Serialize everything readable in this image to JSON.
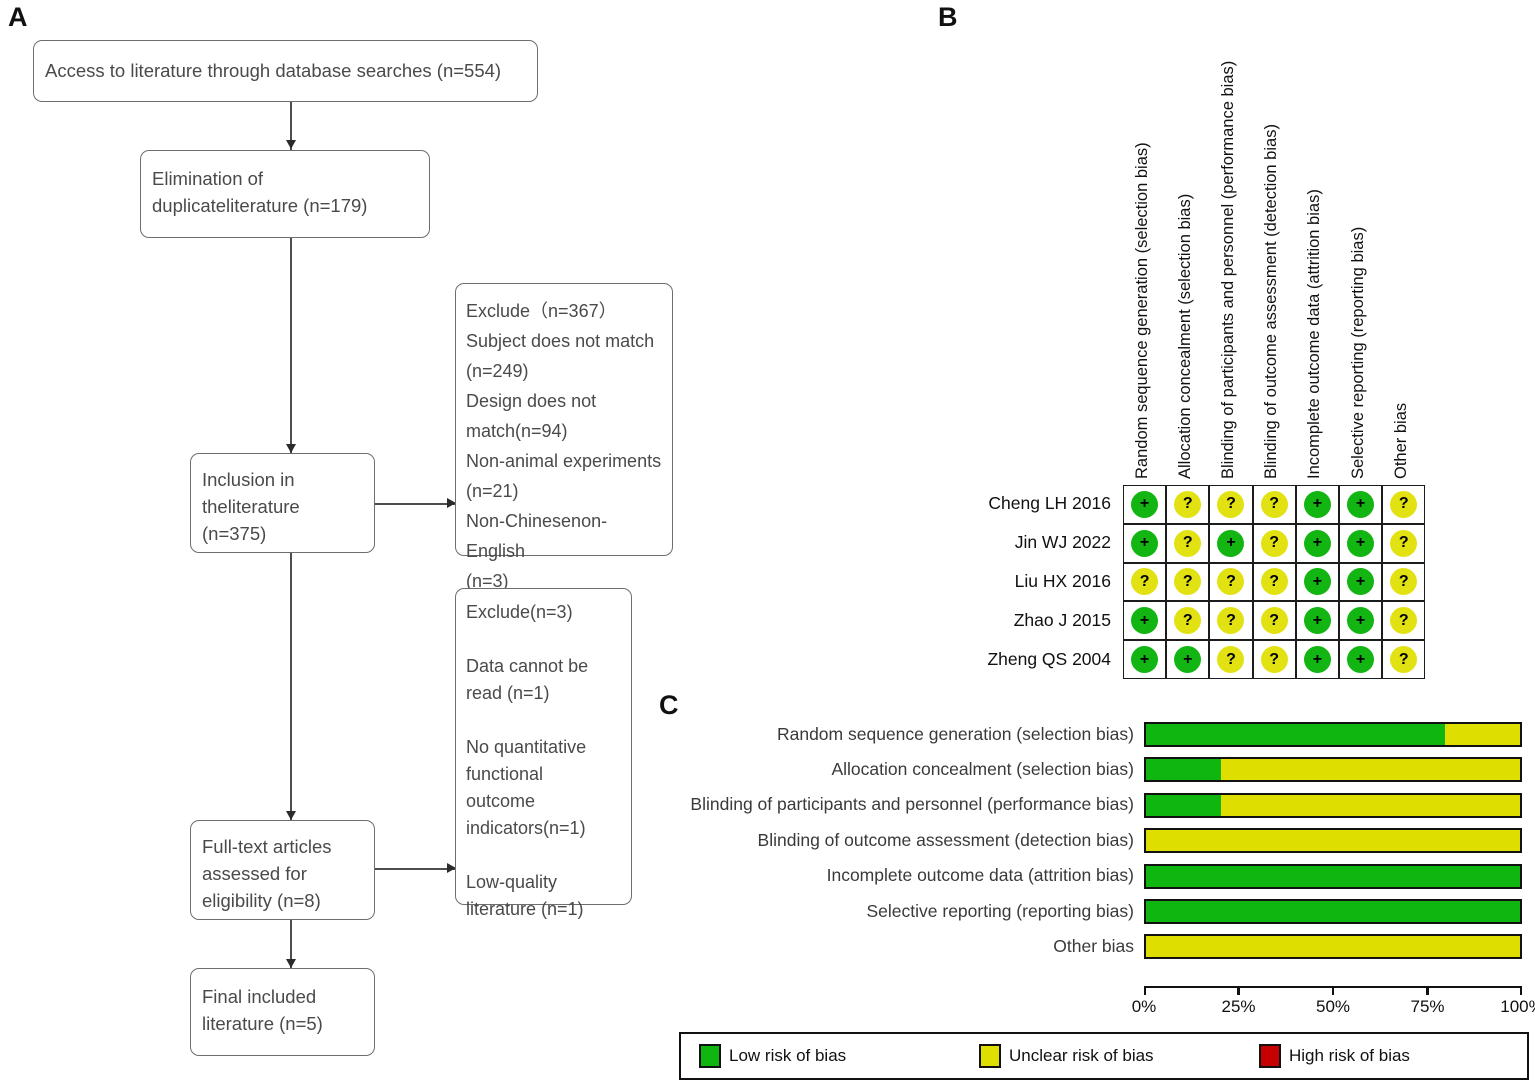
{
  "panels": {
    "a_label": "A",
    "b_label": "B",
    "c_label": "C"
  },
  "flowchart": {
    "boxes": [
      {
        "id": "records-identified",
        "text": "Access to literature through database searches (n=554)"
      },
      {
        "id": "duplicates-removed",
        "text": "Elimination of\nduplicateliterature (n=179)"
      },
      {
        "id": "records-screened",
        "text": "Inclusion in\ntheliterature\n(n=375)"
      },
      {
        "id": "records-excluded",
        "text": "Exclude（n=367）\nSubject does not match\n(n=249)\nDesign does not\nmatch(n=94)\nNon-animal experiments\n(n=21)\nNon-Chinesenon-English\n (n=3)"
      },
      {
        "id": "fulltext-assessed",
        "text": "Full-text articles\nassessed for\neligibility (n=8)"
      },
      {
        "id": "fulltext-excluded",
        "text": "Exclude(n=3)\n\nData cannot be\nread (n=1)\n\nNo quantitative\nfunctional\noutcome\nindicators(n=1)\n\nLow-quality\nliterature (n=1)"
      },
      {
        "id": "studies-included",
        "text": "Final included\nliterature (n=5)"
      }
    ]
  },
  "rob_summary": {
    "domains": [
      "Random sequence generation (selection bias)",
      "Allocation concealment (selection bias)",
      "Blinding of participants and personnel (performance bias)",
      "Blinding of outcome assessment (detection bias)",
      "Incomplete outcome data (attrition bias)",
      "Selective reporting (reporting bias)",
      "Other bias"
    ],
    "studies": [
      "Cheng LH 2016",
      "Jin WJ 2022",
      "Liu HX 2016",
      "Zhao J 2015",
      "Zheng QS 2004"
    ],
    "judgements": [
      [
        "low",
        "unclear",
        "unclear",
        "unclear",
        "low",
        "low",
        "unclear"
      ],
      [
        "low",
        "unclear",
        "low",
        "unclear",
        "low",
        "low",
        "unclear"
      ],
      [
        "unclear",
        "unclear",
        "unclear",
        "unclear",
        "low",
        "low",
        "unclear"
      ],
      [
        "low",
        "unclear",
        "unclear",
        "unclear",
        "low",
        "low",
        "unclear"
      ],
      [
        "low",
        "low",
        "unclear",
        "unclear",
        "low",
        "low",
        "unclear"
      ]
    ],
    "symbols": {
      "low": "+",
      "unclear": "?",
      "high": "−"
    }
  },
  "chart_data": {
    "type": "bar",
    "orientation": "horizontal",
    "stacked": true,
    "title": "",
    "xlabel": "",
    "ylabel": "",
    "xlim": [
      0,
      100
    ],
    "tick_labels": [
      "0%",
      "25%",
      "50%",
      "75%",
      "100%"
    ],
    "tick_values": [
      0,
      25,
      50,
      75,
      100
    ],
    "grid": false,
    "legend_position": "bottom",
    "categories": [
      "Random sequence generation (selection bias)",
      "Allocation concealment (selection bias)",
      "Blinding of participants and personnel (performance bias)",
      "Blinding of outcome assessment (detection bias)",
      "Incomplete outcome data (attrition bias)",
      "Selective reporting (reporting bias)",
      "Other bias"
    ],
    "series": [
      {
        "name": "Low risk of bias",
        "color": "#0fb60f",
        "values": [
          80,
          20,
          20,
          0,
          100,
          100,
          0
        ]
      },
      {
        "name": "Unclear risk of bias",
        "color": "#dede00",
        "values": [
          20,
          80,
          80,
          100,
          0,
          0,
          100
        ]
      },
      {
        "name": "High risk of bias",
        "color": "#c60000",
        "values": [
          0,
          0,
          0,
          0,
          0,
          0,
          0
        ]
      }
    ]
  },
  "legend": {
    "items": [
      {
        "key": "low",
        "label": "Low risk of bias"
      },
      {
        "key": "unclear",
        "label": "Unclear risk of bias"
      },
      {
        "key": "high",
        "label": "High risk of bias"
      }
    ]
  },
  "colors": {
    "low": "#0fb60f",
    "unclear": "#dede00",
    "high": "#c60000",
    "box_border": "#6e6e6e",
    "text": "#4a4a4a"
  }
}
